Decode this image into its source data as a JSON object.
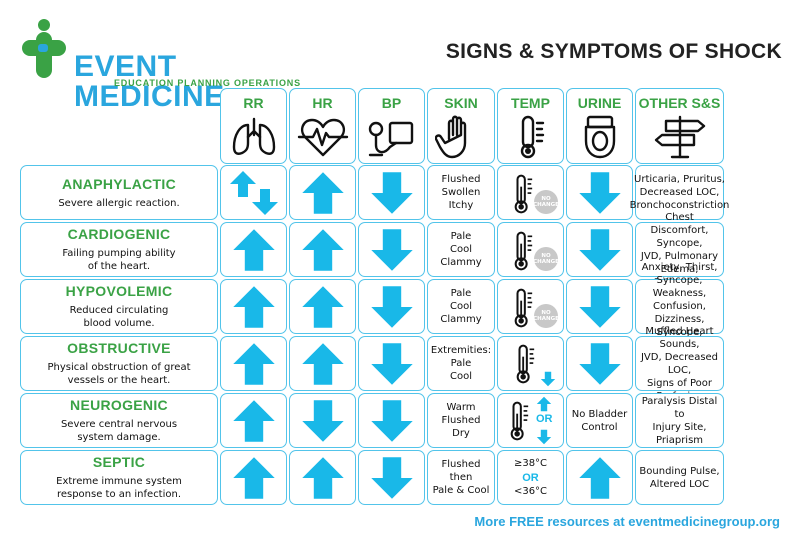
{
  "brand": {
    "name": "EVENT MEDICINE",
    "tagline": "EDUCATION   PLANNING   OPERATIONS",
    "color": "#2aa6de",
    "accent": "#3aa245"
  },
  "title": "SIGNS & SYMPTOMS OF SHOCK",
  "columns": [
    {
      "key": "rr",
      "label": "RR",
      "icon": "lungs-icon"
    },
    {
      "key": "hr",
      "label": "HR",
      "icon": "heart-pulse-icon"
    },
    {
      "key": "bp",
      "label": "BP",
      "icon": "bp-cuff-icon"
    },
    {
      "key": "skin",
      "label": "SKIN",
      "icon": "hand-icon"
    },
    {
      "key": "temp",
      "label": "TEMP",
      "icon": "thermometer-icon"
    },
    {
      "key": "urine",
      "label": "URINE",
      "icon": "toilet-icon"
    },
    {
      "key": "other",
      "label": "OTHER S&S",
      "icon": "signpost-icon"
    }
  ],
  "rows": [
    {
      "name": "ANAPHYLACTIC",
      "desc": "Severe allergic reaction.",
      "rr": "up-down",
      "hr": "up",
      "bp": "down",
      "skin": "Flushed\nSwollen\nItchy",
      "temp": {
        "badge": "NO CHANGE"
      },
      "urine": "down",
      "other": "Urticaria, Pruritus,\nDecreased LOC,\nBronchoconstriction"
    },
    {
      "name": "CARDIOGENIC",
      "desc": "Failing pumping ability\nof the heart.",
      "rr": "up",
      "hr": "up",
      "bp": "down",
      "skin": "Pale\nCool\nClammy",
      "temp": {
        "badge": "NO CHANGE"
      },
      "urine": "down",
      "other": "Chest Discomfort,\nSyncope,\nJVD, Pulmonary Edema,\nOrthopnea"
    },
    {
      "name": "HYPOVOLEMIC",
      "desc": "Reduced circulating\nblood volume.",
      "rr": "up",
      "hr": "up",
      "bp": "down",
      "skin": "Pale\nCool\nClammy",
      "temp": {
        "badge": "NO CHANGE"
      },
      "urine": "down",
      "other": "Anxiety, Thirst, Syncope,\nWeakness, Confusion,\nDizziness, Syncope,\nWeak Pulse"
    },
    {
      "name": "OBSTRUCTIVE",
      "desc": "Physical obstruction of great\nvessels or the heart.",
      "rr": "up",
      "hr": "up",
      "bp": "down",
      "skin": "Extremities:\nPale\nCool",
      "temp": {
        "trend": "down"
      },
      "urine": "down",
      "other": "Muffled Heart Sounds,\nJVD, Decreased LOC,\nSigns of Poor Perfusion"
    },
    {
      "name": "NEUROGENIC",
      "desc": "Severe central nervous\nsystem damage.",
      "rr": "up",
      "hr": "down",
      "bp": "down",
      "skin": "Warm\nFlushed\nDry",
      "temp": {
        "trend": "up-or-down",
        "or": "OR"
      },
      "urine": "No Bladder\nControl",
      "other": "Paralysis Distal to\nInjury Site, Priaprism"
    },
    {
      "name": "SEPTIC",
      "desc": "Extreme immune system\nresponse to an infection.",
      "rr": "up",
      "hr": "up",
      "bp": "down",
      "skin": "Flushed\nthen\nPale & Cool",
      "temp": {
        "high": "≥38°C",
        "or": "OR",
        "low": "<36°C"
      },
      "urine": "up",
      "other": "Bounding Pulse,\nAltered LOC"
    }
  ],
  "footer": "More FREE resources at eventmedicinegroup.org"
}
